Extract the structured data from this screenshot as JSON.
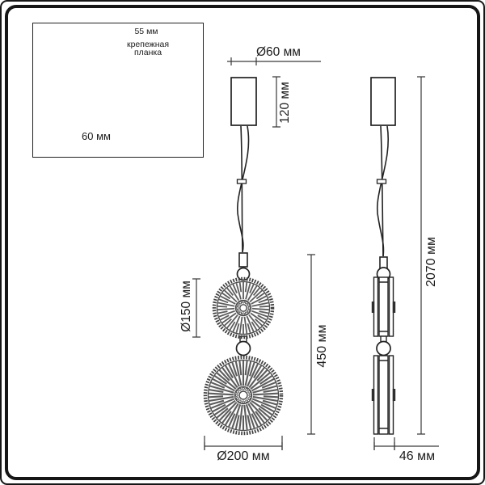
{
  "drawing": {
    "inset": {
      "hole_spacing": "55 мм",
      "mount_plate_line1": "крепежная",
      "mount_plate_line2": "планка",
      "canopy_diameter": "60 мм"
    },
    "front": {
      "canopy_diameter": "Ø60 мм",
      "canopy_height": "120 мм",
      "small_shade_diameter": "Ø150 мм",
      "shade_stack_height": "450 мм",
      "large_shade_diameter": "Ø200 мм"
    },
    "side": {
      "overall_height": "2070 мм",
      "shade_depth": "46 мм"
    }
  },
  "colors": {
    "line": "#222222",
    "dim_line": "#3a3a3a",
    "disc_spoke": "#5c5c5c",
    "disc_rim": "#3f3f3f"
  }
}
